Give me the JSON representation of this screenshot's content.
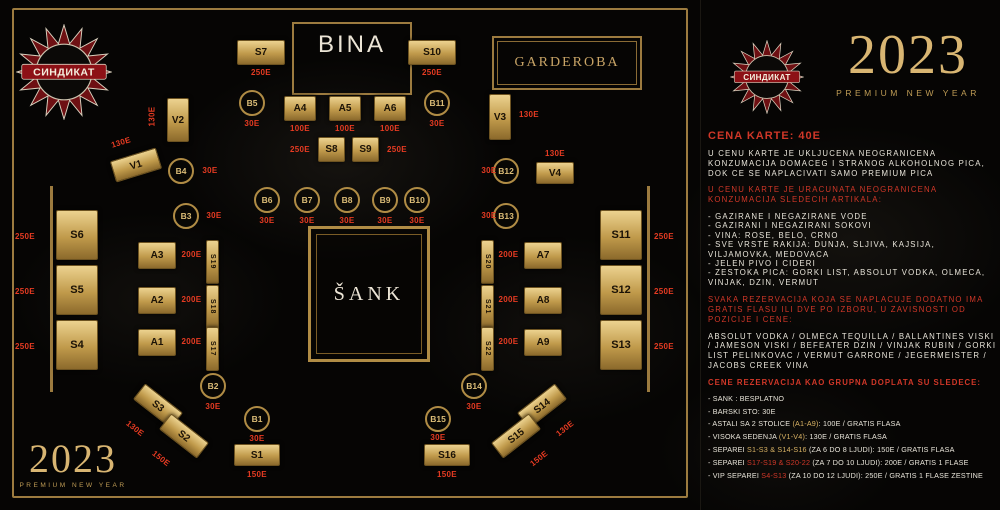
{
  "branding": {
    "logo_text": "СИНДИКАТ",
    "year": "2023",
    "tagline": "PREMIUM NEW YEAR"
  },
  "plan": {
    "stage_label": "BINA",
    "garderoba_label": "GARDEROBA",
    "bar_label": "ŠANK",
    "tables": [
      {
        "id": "S7",
        "label": "S7",
        "price": "250E"
      },
      {
        "id": "S10",
        "label": "S10",
        "price": "250E"
      },
      {
        "id": "B5",
        "label": "B5",
        "price": "30E"
      },
      {
        "id": "A4",
        "label": "A4",
        "price": "100E"
      },
      {
        "id": "A5",
        "label": "A5",
        "price": "100E"
      },
      {
        "id": "A6",
        "label": "A6",
        "price": "100E"
      },
      {
        "id": "B11",
        "label": "B11",
        "price": "30E"
      },
      {
        "id": "V2",
        "label": "V2",
        "price": "130E"
      },
      {
        "id": "V1",
        "label": "V1",
        "price": "130E"
      },
      {
        "id": "B4",
        "label": "B4",
        "price": "30E"
      },
      {
        "id": "V3",
        "label": "V3",
        "price": "130E"
      },
      {
        "id": "V4",
        "label": "V4",
        "price": "130E"
      },
      {
        "id": "B12",
        "label": "B12",
        "price": "30E"
      },
      {
        "id": "S8",
        "label": "S8",
        "price": "250E"
      },
      {
        "id": "S9",
        "label": "S9",
        "price": "250E"
      },
      {
        "id": "B6",
        "label": "B6",
        "price": "30E"
      },
      {
        "id": "B7",
        "label": "B7",
        "price": "30E"
      },
      {
        "id": "B8",
        "label": "B8",
        "price": "30E"
      },
      {
        "id": "B9",
        "label": "B9",
        "price": "30E"
      },
      {
        "id": "B10",
        "label": "B10",
        "price": "30E"
      },
      {
        "id": "B3",
        "label": "B3",
        "price": "30E"
      },
      {
        "id": "B13",
        "label": "B13",
        "price": "30E"
      },
      {
        "id": "S6",
        "label": "S6",
        "price": "250E"
      },
      {
        "id": "S5",
        "label": "S5",
        "price": "250E"
      },
      {
        "id": "S4",
        "label": "S4",
        "price": "250E"
      },
      {
        "id": "S11",
        "label": "S11",
        "price": "250E"
      },
      {
        "id": "S12",
        "label": "S12",
        "price": "250E"
      },
      {
        "id": "S13",
        "label": "S13",
        "price": "250E"
      },
      {
        "id": "A3",
        "label": "A3",
        "price": "200E"
      },
      {
        "id": "A2",
        "label": "A2",
        "price": "200E"
      },
      {
        "id": "A1",
        "label": "A1",
        "price": "200E"
      },
      {
        "id": "A7",
        "label": "A7",
        "price": "200E"
      },
      {
        "id": "A8",
        "label": "A8",
        "price": "200E"
      },
      {
        "id": "A9",
        "label": "A9",
        "price": "200E"
      },
      {
        "id": "S19",
        "label": "S19"
      },
      {
        "id": "S18",
        "label": "S18"
      },
      {
        "id": "S17",
        "label": "S17"
      },
      {
        "id": "S20",
        "label": "S20"
      },
      {
        "id": "S21",
        "label": "S21"
      },
      {
        "id": "S22",
        "label": "S22"
      },
      {
        "id": "B2",
        "label": "B2",
        "price": "30E"
      },
      {
        "id": "B1",
        "label": "B1",
        "price": "30E"
      },
      {
        "id": "B14",
        "label": "B14",
        "price": "30E"
      },
      {
        "id": "B15",
        "label": "B15",
        "price": "30E"
      },
      {
        "id": "S3",
        "label": "S3",
        "price": "130E"
      },
      {
        "id": "S2",
        "label": "S2",
        "price": "150E"
      },
      {
        "id": "S1",
        "label": "S1",
        "price": "150E"
      },
      {
        "id": "S14",
        "label": "S14",
        "price": "130E"
      },
      {
        "id": "S15",
        "label": "S15",
        "price": "150E"
      },
      {
        "id": "S16",
        "label": "S16",
        "price": "150E"
      }
    ]
  },
  "info": {
    "price_heading": "CENA KARTE: 40E",
    "para_included": "U CENU KARTE JE UKLJUCENA NEOGRANICENA KONZUMACIJA DOMACEG I STRANOG ALKOHOLNOG PICA, DOK CE SE NAPLACIVATI SAMO PREMIUM PICA",
    "para_included2": "U CENU KARTE JE URACUNATA NEOGRANICENA KONZUMACIJA SLEDECIH ARTIKALA:",
    "included_items": [
      "- GAZIRANE I NEGAZIRANE VODE",
      "- GAZIRANI I NEGAZIRANI SOKOVI",
      "- VINA: ROSE, BELO, CRNO",
      "- SVE VRSTE RAKIJA: DUNJA, SLJIVA, KAJSIJA, VILJAMOVKA, MEDOVACA",
      "- JELEN PIVO I CIDERI",
      "- ZESTOKA PICA: GORKI LIST, ABSOLUT VODKA, OLMECA, VINJAK, DZIN, VERMUT"
    ],
    "para_gratis": "SVAKA REZERVACIJA KOJA SE NAPLACUJE DODATNO IMA GRATIS FLASU ILI DVE PO IZBORU, U ZAVISNOSTI OD POZICIJE I CENE:",
    "para_bottles": "ABSOLUT VODKA / OLMECA TEQUILLA / BALLANTINES VISKI / JAMESON VISKI / BEFEATER DZIN / VINJAK RUBIN / GORKI LIST PELINKOVAC / VERMUT GARRONE / JEGERMEISTER / JACOBS CREEK VINA",
    "fees_heading": "CENE REZERVACIJA KAO GRUPNA DOPLATA SU SLEDECE:",
    "fees": [
      [
        {
          "t": "- SANK : BESPLATNO",
          "c": "w"
        }
      ],
      [
        {
          "t": "- BARSKI STO: 30E",
          "c": "w"
        }
      ],
      [
        {
          "t": "- ASTALI SA 2 STOLICE ",
          "c": "w"
        },
        {
          "t": "(A1-A9)",
          "c": "gold"
        },
        {
          "t": ": 100E / GRATIS FLASA",
          "c": "w"
        }
      ],
      [
        {
          "t": "- VISOKA SEDENJA ",
          "c": "w"
        },
        {
          "t": "(V1-V4)",
          "c": "gold"
        },
        {
          "t": ": 130E / GRATIS FLASA",
          "c": "w"
        }
      ],
      [
        {
          "t": "- SEPAREI ",
          "c": "w"
        },
        {
          "t": "S1-S3 & S14-S16",
          "c": "gold"
        },
        {
          "t": " (ZA 6 DO 8 LJUDI): 150E / GRATIS FLASA",
          "c": "w"
        }
      ],
      [
        {
          "t": "- SEPAREI ",
          "c": "w"
        },
        {
          "t": "S17-S19 & S20-22",
          "c": "red"
        },
        {
          "t": " (ZA 7 DO 10 LJUDI): 200E / GRATIS 1 FLASE",
          "c": "w"
        }
      ],
      [
        {
          "t": "- VIP SEPAREI ",
          "c": "w"
        },
        {
          "t": "S4-S13",
          "c": "red"
        },
        {
          "t": " (ZA 10 DO 12 LJUDI): 250E / GRATIS 1 FLASE ZESTINE",
          "c": "w"
        }
      ]
    ]
  }
}
